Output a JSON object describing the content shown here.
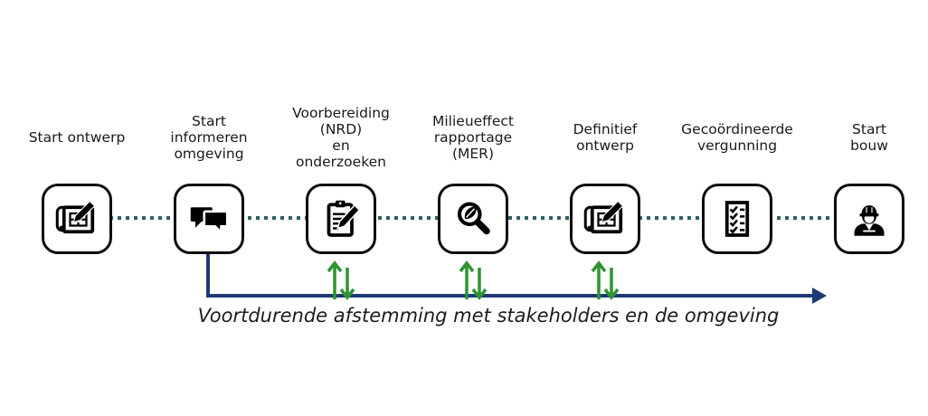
{
  "diagram": {
    "steps": [
      {
        "label": "Start ontwerp",
        "icon": "blueprint-pencil-icon",
        "feedback_arrows": false
      },
      {
        "label": "Start\ninformeren\nomgeving",
        "icon": "speech-bubbles-icon",
        "feedback_arrows": false
      },
      {
        "label": "Voorbereiding\n(NRD)\nen\nonderzoeken",
        "icon": "clipboard-pencil-icon",
        "feedback_arrows": true
      },
      {
        "label": "Milieueffect\nrapportage\n(MER)",
        "icon": "magnifier-leaf-icon",
        "feedback_arrows": true
      },
      {
        "label": "Definitief\nontwerp",
        "icon": "blueprint-pencil-icon",
        "feedback_arrows": true
      },
      {
        "label": "Gecoördineerde\nvergunning",
        "icon": "checklist-icon",
        "feedback_arrows": false
      },
      {
        "label": "Start\nbouw",
        "icon": "construction-worker-icon",
        "feedback_arrows": false
      }
    ],
    "caption": "Voortdurende afstemming met stakeholders en de omgeving",
    "colors": {
      "dotted_connector": "#2e5f5f",
      "feedback_arrows": "#2e9432",
      "timeline_arrow": "#1d3b73",
      "box_border": "#0d0d0d",
      "icon": "#000000",
      "text": "#1a1a1a"
    }
  }
}
